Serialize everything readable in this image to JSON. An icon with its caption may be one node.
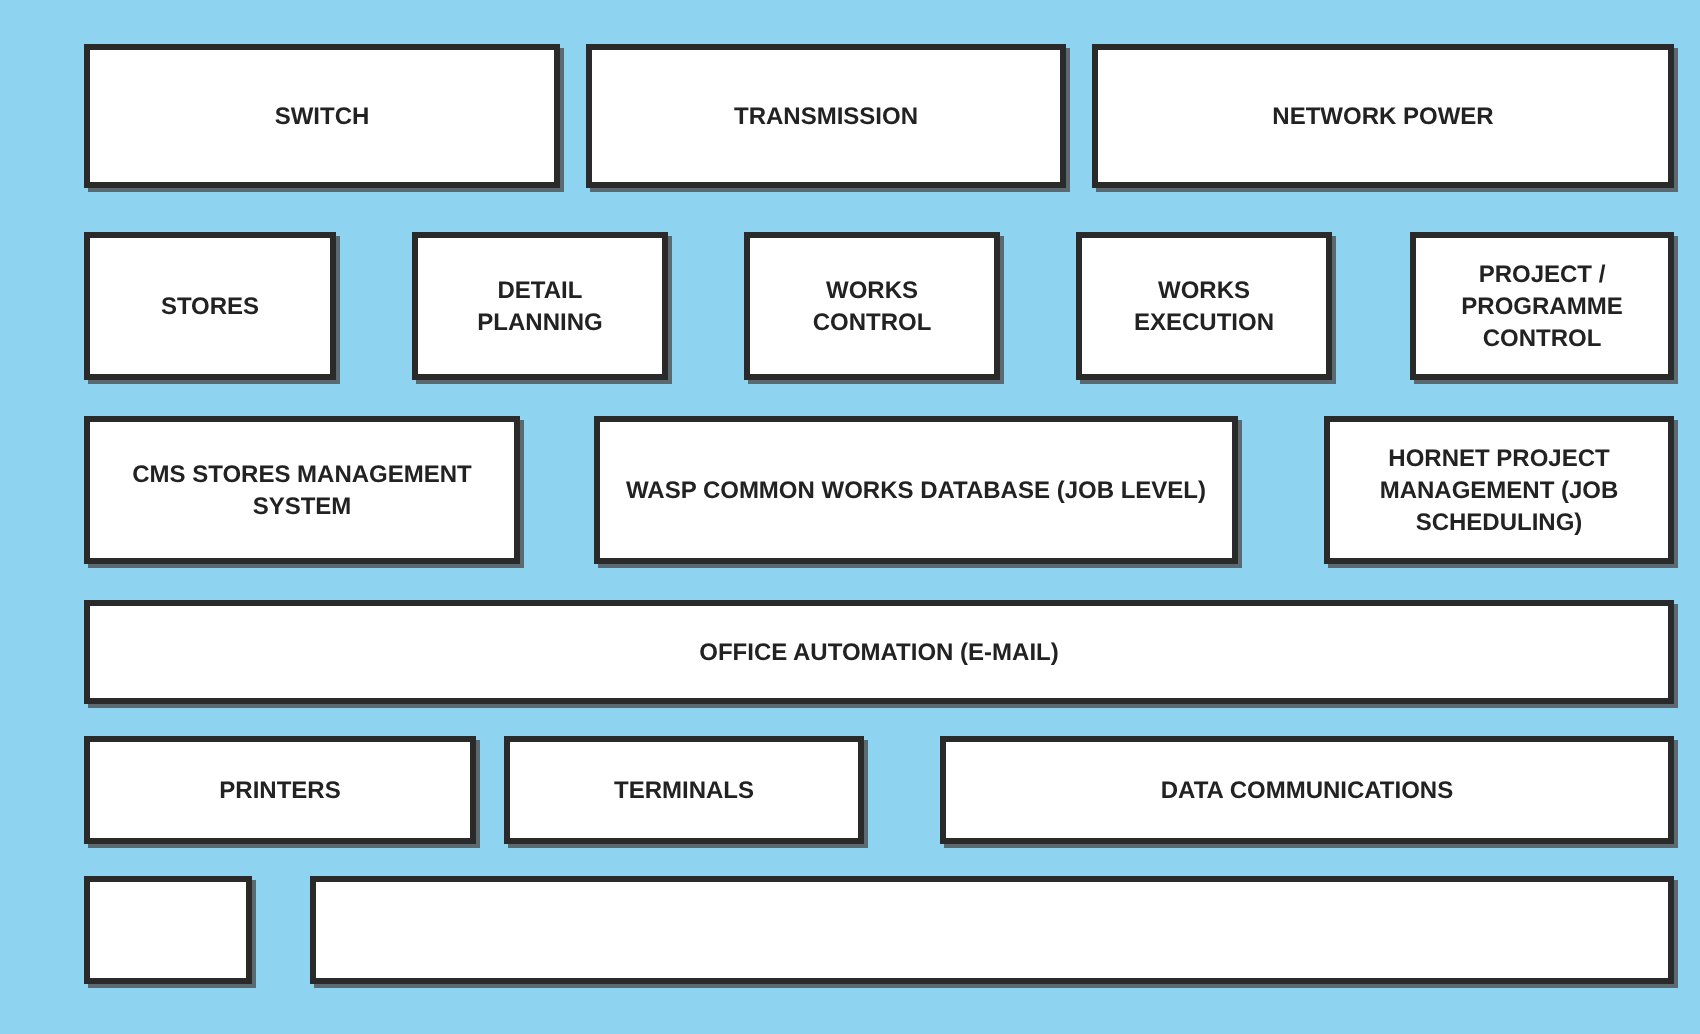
{
  "diagram": {
    "nodes": [
      {
        "text": [
          "SWITCH"
        ]
      },
      {
        "text": [
          "TRANSMISSION"
        ]
      },
      {
        "text": [
          "NETWORK POWER"
        ]
      },
      {
        "text": [
          "STORES"
        ]
      },
      {
        "text": [
          "DETAIL PLANNING"
        ]
      },
      {
        "text": [
          "WORKS CONTROL"
        ]
      },
      {
        "text": [
          "WORKS EXECUTION"
        ]
      },
      {
        "text": [
          "PROJECT / PROGRAMME CONTROL"
        ]
      },
      {
        "text": [
          "CMS STORES MANAGEMENT SYSTEM"
        ]
      },
      {
        "text": [
          "WASP COMMON WORKS DATABASE (JOB LEVEL)"
        ]
      },
      {
        "text": [
          "HORNET PROJECT MANAGEMENT (JOB SCHEDULING)"
        ]
      },
      {
        "text": [
          "OFFICE AUTOMATION (E-MAIL)"
        ]
      },
      {
        "text": [
          "PRINTERS"
        ]
      },
      {
        "text": [
          "TERMINALS"
        ]
      },
      {
        "text": [
          "DATA COMMUNICATIONS"
        ]
      },
      {
        "text": [],
        "shape": "box"
      },
      {
        "text": [],
        "shape": "box"
      }
    ]
  }
}
